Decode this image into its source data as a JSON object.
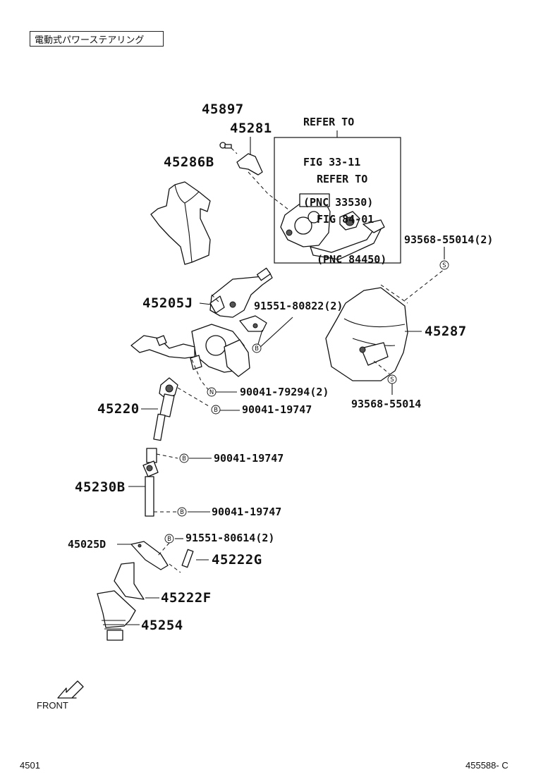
{
  "title": "電動式パワーステアリング",
  "refer1": {
    "line1": "REFER TO",
    "line2": "FIG 33-11",
    "line3": "(PNC 33530)"
  },
  "refer2": {
    "line1": "REFER TO",
    "line2": "FIG 84-01",
    "line3": "(PNC 84450)"
  },
  "parts": {
    "p45897": "45897",
    "p45281": "45281",
    "p45286B": "45286B",
    "p45205J": "45205J",
    "p45220": "45220",
    "p45230B": "45230B",
    "p45025D": "45025D",
    "p45222G": "45222G",
    "p45222F": "45222F",
    "p45254": "45254",
    "p45287": "45287"
  },
  "bolts": {
    "b93568_55014_2": "93568-55014(2)",
    "b91551_80822_2": "91551-80822(2)",
    "b90041_79294_2": "90041-79294(2)",
    "b90041_19747_a": "90041-19747",
    "b90041_19747_b": "90041-19747",
    "b90041_19747_c": "90041-19747",
    "b91551_80614_2": "91551-80614(2)",
    "b93568_55014": "93568-55014"
  },
  "symbols": {
    "s": "S",
    "b": "B",
    "n": "N"
  },
  "front_label": "FRONT",
  "footer_left": "4501",
  "footer_right": "455588- C"
}
